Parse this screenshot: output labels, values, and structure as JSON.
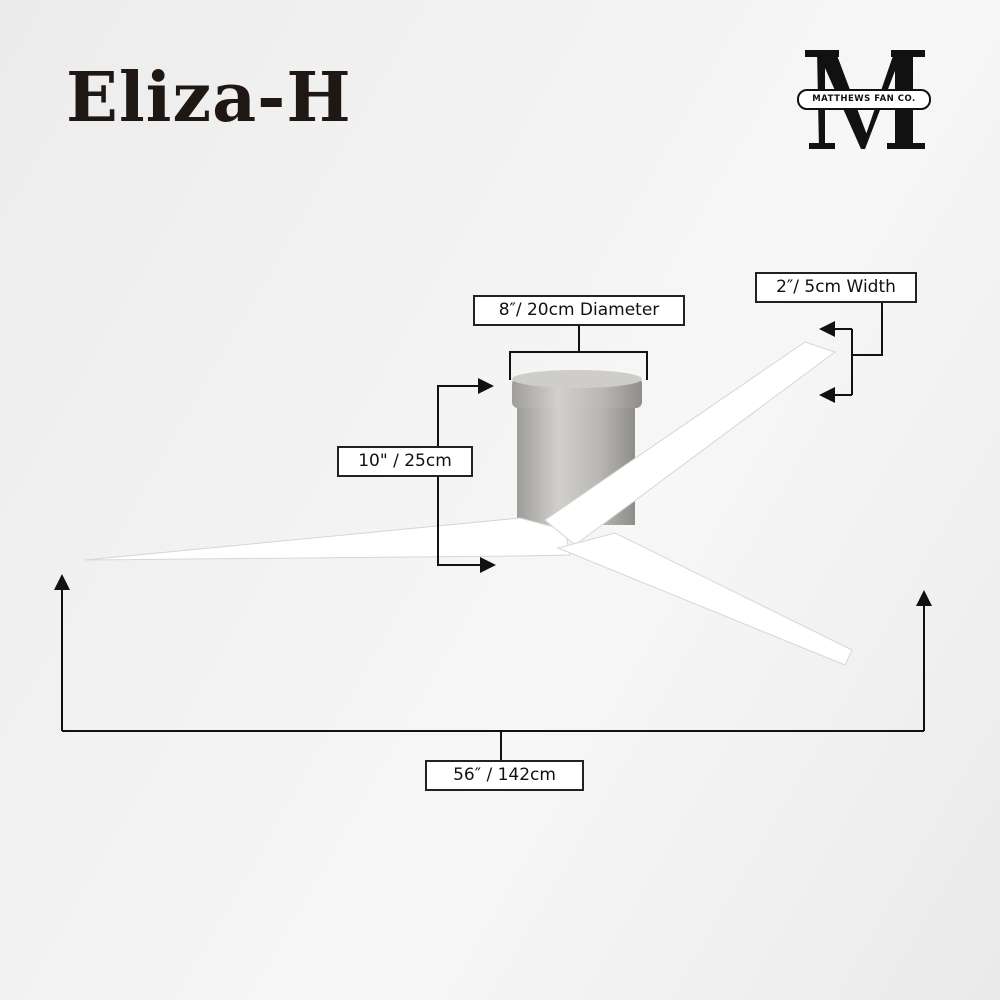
{
  "title": "Eliza-H",
  "logo": {
    "letter": "M",
    "text": "MATTHEWS FAN CO."
  },
  "dimensions": {
    "diameter": "8″/ 20cm Diameter",
    "width": "2″/ 5cm Width",
    "height": "10\" / 25cm",
    "span": "56″ / 142cm"
  },
  "colors": {
    "title": "#1e1714",
    "blade": "#ffffff",
    "motor": "#b8b6b2"
  }
}
